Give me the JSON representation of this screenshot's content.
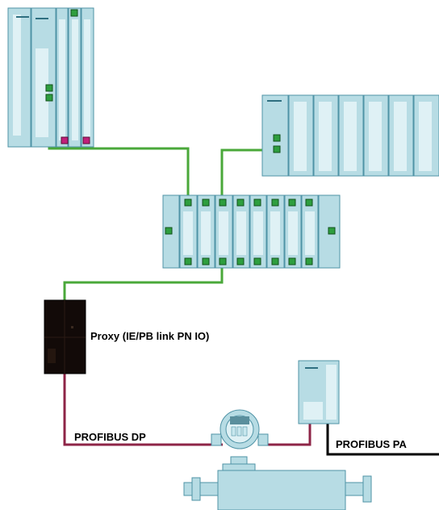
{
  "labels": {
    "proxy": "Proxy (IE/PB link PN IO)",
    "profibus_dp": "PROFIBUS DP",
    "profibus_pa": "PROFIBUS PA"
  },
  "colors": {
    "module_fill": "#b7dce4",
    "module_light": "#dff1f5",
    "module_stroke": "#4f93a6",
    "port_green": "#2e9e3e",
    "port_magenta": "#c0207a",
    "industrial_ethernet": "#4aa83a",
    "profibus_dp": "#8e2547",
    "profibus_pa": "#000000",
    "proxy_body": "#120a08"
  }
}
